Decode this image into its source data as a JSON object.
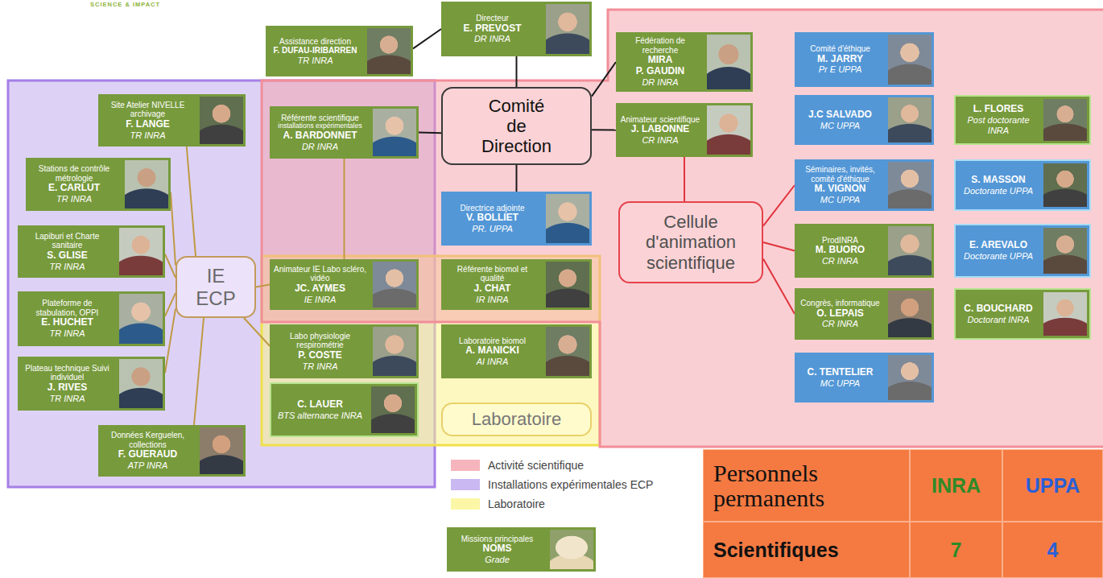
{
  "diagram": {
    "nodes": [
      {
        "text": [
          "Directeur",
          "E. PREVOST",
          "DR INRA"
        ]
      },
      {
        "text": [
          "Assistance direction",
          "F. DUFAU-IRIBARREN",
          "TR INRA"
        ]
      },
      {
        "text": [
          "Fédération de recherche",
          "MIRA",
          "P. GAUDIN",
          "DR INRA"
        ]
      },
      {
        "text": [
          "Comité d'éthique",
          "M. JARRY",
          "Pr E UPPA"
        ]
      },
      {
        "text": [
          "Site Atelier NIVELLE archivage",
          "F. LANGE",
          "TR INRA"
        ]
      },
      {
        "text": [
          "Référente scientifique",
          "installations expérimentales",
          "A. BARDONNET",
          "DR INRA"
        ]
      },
      {
        "text": [
          "Comité de Direction"
        ]
      },
      {
        "text": [
          "Animateur scientifique",
          "J. LABONNE",
          "CR INRA"
        ]
      },
      {
        "text": [
          "J.C SALVADO",
          "MC UPPA"
        ]
      },
      {
        "text": [
          "L. FLORES",
          "Post doctorante INRA"
        ]
      },
      {
        "text": [
          "Stations de contrôle métrologie",
          "E. CARLUT",
          "TR INRA"
        ]
      },
      {
        "text": [
          "Séminaires, invités, comité d'éthique",
          "M. VIGNON",
          "MC UPPA"
        ]
      },
      {
        "text": [
          "S. MASSON",
          "Doctorante UPPA"
        ]
      },
      {
        "text": [
          "Directrice adjointe",
          "V. BOLLIET",
          "PR. UPPA"
        ]
      },
      {
        "text": [
          "Cellule d'animation scientifique"
        ]
      },
      {
        "text": [
          "Lapiburi et Charte sanitaire",
          "S. GLISE",
          "TR INRA"
        ]
      },
      {
        "text": [
          "ProdINRA",
          "M. BUORO",
          "CR INRA"
        ]
      },
      {
        "text": [
          "E. AREVALO",
          "Doctorante UPPA"
        ]
      },
      {
        "text": [
          "IE ECP"
        ]
      },
      {
        "text": [
          "Animateur IE Labo scléro, vidéo",
          "JC. AYMES",
          "IE INRA"
        ]
      },
      {
        "text": [
          "Référente biomol et qualité",
          "J. CHAT",
          "IR INRA"
        ]
      },
      {
        "text": [
          "Plateforme de stabulation, OPPI",
          "E. HUCHET",
          "TR INRA"
        ]
      },
      {
        "text": [
          "Congrès, informatique",
          "O. LEPAIS",
          "CR INRA"
        ]
      },
      {
        "text": [
          "C. BOUCHARD",
          "Doctorant INRA"
        ]
      },
      {
        "text": [
          "Labo physiologie respirométrie",
          "P. COSTE",
          "TR INRA"
        ]
      },
      {
        "text": [
          "Laboratoire biomol",
          "A. MANICKI",
          "AI INRA"
        ]
      },
      {
        "text": [
          "Plateau technique Suivi individuel",
          "J. RIVES",
          "TR INRA"
        ]
      },
      {
        "text": [
          "C. TENTELIER",
          "MC UPPA"
        ]
      },
      {
        "text": [
          "C. LAUER",
          "BTS alternance INRA"
        ]
      },
      {
        "text": [
          "Laboratoire"
        ]
      },
      {
        "text": [
          "Données Kerguelen, collections",
          "F. GUERAUD",
          "ATP INRA"
        ]
      },
      {
        "text": [
          "Missions principales",
          "NOMS",
          "Grade"
        ]
      }
    ],
    "edges": [
      {
        "from": 1,
        "to": 0,
        "arrow": "none"
      },
      {
        "from": 0,
        "to": 6,
        "arrow": "none"
      },
      {
        "from": 6,
        "to": 2,
        "arrow": "none"
      },
      {
        "from": 5,
        "to": 6,
        "arrow": "none"
      },
      {
        "from": 6,
        "to": 7,
        "arrow": "none"
      },
      {
        "from": 6,
        "to": 13,
        "arrow": "none"
      },
      {
        "from": 7,
        "to": 14,
        "arrow": "none"
      },
      {
        "from": 14,
        "to": 11,
        "arrow": "none"
      },
      {
        "from": 14,
        "to": 16,
        "arrow": "none"
      },
      {
        "from": 14,
        "to": 22,
        "arrow": "none"
      },
      {
        "from": 5,
        "to": 19,
        "arrow": "none"
      },
      {
        "from": 18,
        "to": 4,
        "arrow": "none"
      },
      {
        "from": 18,
        "to": 10,
        "arrow": "none"
      },
      {
        "from": 18,
        "to": 15,
        "arrow": "none"
      },
      {
        "from": 18,
        "to": 21,
        "arrow": "none"
      },
      {
        "from": 18,
        "to": 26,
        "arrow": "none"
      },
      {
        "from": 18,
        "to": 30,
        "arrow": "none"
      },
      {
        "from": 18,
        "to": 19,
        "arrow": "none"
      },
      {
        "from": 18,
        "to": 24,
        "arrow": "none"
      }
    ],
    "labels": [
      "SCIENCE & IMPACT",
      "Personnels permanents",
      "INRA",
      "UPPA",
      "Scientifiques",
      "7",
      "4"
    ],
    "legend": [
      {
        "text": "Activité scientifique",
        "color": "#f6b5bc"
      },
      {
        "text": "Installations expérimentales ECP",
        "color": "#c9b8f2"
      },
      {
        "text": "Laboratoire",
        "color": "#fbf7a6"
      }
    ]
  }
}
